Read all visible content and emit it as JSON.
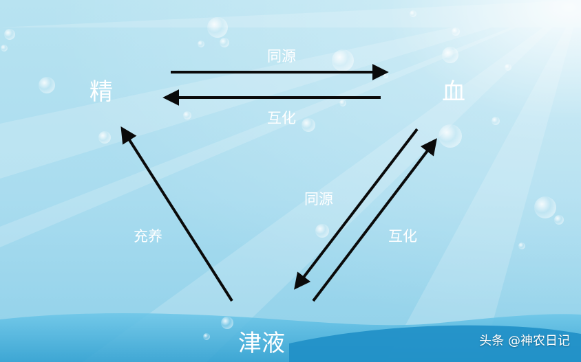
{
  "nodes": {
    "jing": "精",
    "xue": "血",
    "jinye": "津液"
  },
  "edges": {
    "jing_to_xue": "同源",
    "xue_to_jing": "互化",
    "xue_to_jinye": "同源",
    "jinye_to_xue": "互化",
    "jinye_to_jing": "充养"
  },
  "watermark": "头条 @神农日记",
  "colors": {
    "sky_top": "#bfe6f2",
    "sky_bottom": "#8fd2ea",
    "water": "#4fb8df",
    "arrow": "#0a0a0a",
    "text": "#ffffff"
  }
}
